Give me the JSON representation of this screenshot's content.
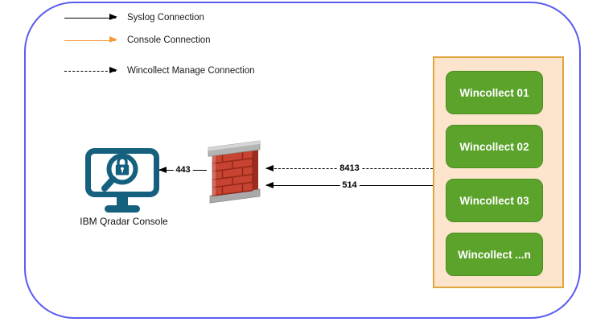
{
  "legend": {
    "items": [
      {
        "label": "Syslog Connection",
        "style": "solid",
        "color": "#000000"
      },
      {
        "label": "Console Connection",
        "style": "solid",
        "color": "#f79a3c"
      },
      {
        "label": "Wincollect Manage Connection",
        "style": "dashed",
        "color": "#000000"
      }
    ]
  },
  "console": {
    "label": "IBM Qradar Console"
  },
  "connections": {
    "console": {
      "port": "443",
      "style": "solid",
      "from": "firewall",
      "to": "console"
    },
    "manage": {
      "port": "8413",
      "style": "dashed",
      "from": "wincollect",
      "to": "firewall"
    },
    "syslog": {
      "port": "514",
      "style": "solid",
      "from": "wincollect",
      "to": "firewall"
    }
  },
  "wincollect": {
    "items": [
      "Wincollect 01",
      "Wincollect 02",
      "Wincollect 03",
      "Wincollect ...n"
    ]
  },
  "colors": {
    "frame_border": "#5b5bf2",
    "console_teal": "#14607e",
    "legend_orange": "#f79a3c",
    "panel_fill": "#fce5cc",
    "panel_border": "#e0a53c",
    "node_green": "#5ba32b",
    "firewall_red": "#c64431"
  }
}
